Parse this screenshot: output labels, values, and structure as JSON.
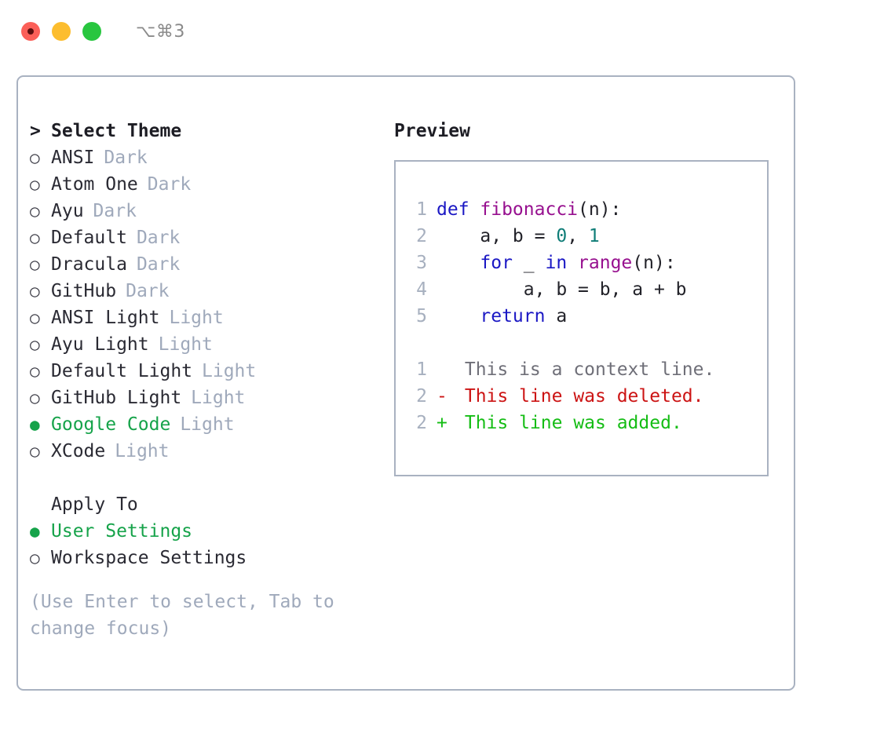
{
  "window": {
    "shortcut": "⌥⌘3",
    "buttons": [
      {
        "name": "close",
        "color": "#fb5f58"
      },
      {
        "name": "minimize",
        "color": "#fcbd2e"
      },
      {
        "name": "zoom",
        "color": "#28c63f"
      }
    ]
  },
  "theme_picker": {
    "prompt_caret": ">",
    "title": "Select Theme",
    "bullet_selected": "●",
    "bullet_unselected": "○",
    "items": [
      {
        "label": "ANSI",
        "tag": "Dark",
        "selected": false
      },
      {
        "label": "Atom One",
        "tag": "Dark",
        "selected": false
      },
      {
        "label": "Ayu",
        "tag": "Dark",
        "selected": false
      },
      {
        "label": "Default",
        "tag": "Dark",
        "selected": false
      },
      {
        "label": "Dracula",
        "tag": "Dark",
        "selected": false
      },
      {
        "label": "GitHub",
        "tag": "Dark",
        "selected": false
      },
      {
        "label": "ANSI Light",
        "tag": "Light",
        "selected": false
      },
      {
        "label": "Ayu Light",
        "tag": "Light",
        "selected": false
      },
      {
        "label": "Default Light",
        "tag": "Light",
        "selected": false
      },
      {
        "label": "GitHub Light",
        "tag": "Light",
        "selected": false
      },
      {
        "label": "Google Code",
        "tag": "Light",
        "selected": true
      },
      {
        "label": "XCode",
        "tag": "Light",
        "selected": false
      }
    ]
  },
  "apply_to": {
    "title": "Apply To",
    "options": [
      {
        "label": "User Settings",
        "selected": true
      },
      {
        "label": "Workspace Settings",
        "selected": false
      }
    ]
  },
  "hint": "(Use Enter to select, Tab to change focus)",
  "preview": {
    "title": "Preview",
    "code_lines": [
      {
        "num": "1",
        "tokens": [
          {
            "t": "def ",
            "c": "kw"
          },
          {
            "t": "fibonacci",
            "c": "fn"
          },
          {
            "t": "(n):",
            "c": "plain"
          }
        ]
      },
      {
        "num": "2",
        "tokens": [
          {
            "t": "    a, b = ",
            "c": "plain"
          },
          {
            "t": "0",
            "c": "num"
          },
          {
            "t": ", ",
            "c": "plain"
          },
          {
            "t": "1",
            "c": "num"
          }
        ]
      },
      {
        "num": "3",
        "tokens": [
          {
            "t": "    ",
            "c": "plain"
          },
          {
            "t": "for",
            "c": "kw"
          },
          {
            "t": " _ ",
            "c": "plain"
          },
          {
            "t": "in",
            "c": "kw"
          },
          {
            "t": " ",
            "c": "plain"
          },
          {
            "t": "range",
            "c": "fn"
          },
          {
            "t": "(n):",
            "c": "plain"
          }
        ]
      },
      {
        "num": "4",
        "tokens": [
          {
            "t": "        a, b = b, a + b",
            "c": "plain"
          }
        ]
      },
      {
        "num": "5",
        "tokens": [
          {
            "t": "    ",
            "c": "plain"
          },
          {
            "t": "return",
            "c": "kw"
          },
          {
            "t": " a",
            "c": "plain"
          }
        ]
      }
    ],
    "diff_lines": [
      {
        "num": "1",
        "marker": " ",
        "text": "This is a context line.",
        "kind": "ctx"
      },
      {
        "num": "2",
        "marker": "-",
        "text": "This line was deleted.",
        "kind": "del"
      },
      {
        "num": "2",
        "marker": "+",
        "text": "This line was added.",
        "kind": "add"
      }
    ]
  },
  "colors": {
    "accent_green": "#16a34a",
    "tag_grey": "#9fa9bb",
    "border": "#a9b2c1",
    "keyword": "#1b18c4",
    "function": "#97108f",
    "number": "#0f7d77",
    "diff_delete": "#cc1414",
    "diff_add": "#15bd15"
  }
}
